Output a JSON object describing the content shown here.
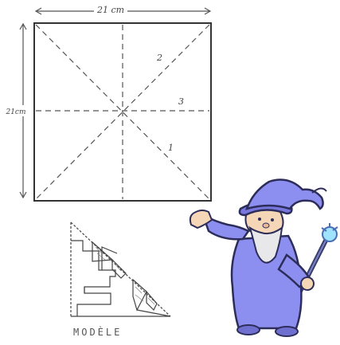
{
  "square": {
    "width_label": "21 cm",
    "height_label": "21cm",
    "fold_labels": [
      "2",
      "3",
      "1"
    ]
  },
  "model": {
    "caption": "MODÈLE"
  },
  "mascot": {
    "name": "wizard",
    "robe_color": "#8d8ff0",
    "beard_color": "#e8e8ea"
  }
}
